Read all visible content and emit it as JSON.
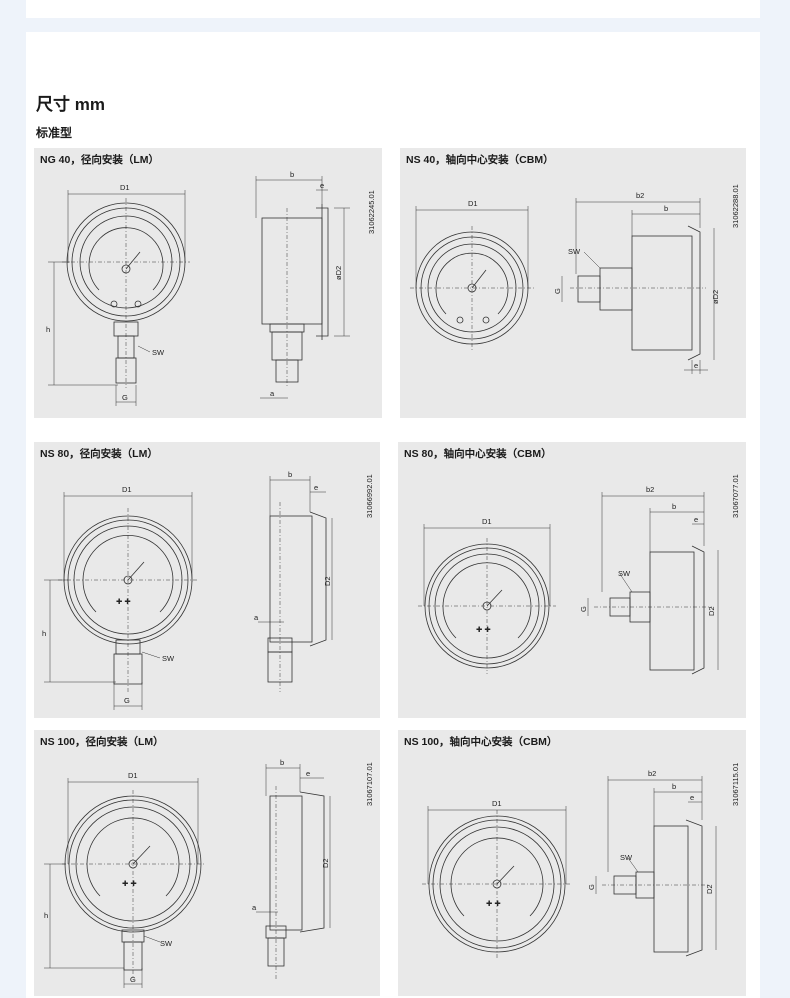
{
  "heading": "尺寸 mm",
  "subheading": "标准型",
  "panels": [
    {
      "title": "NG 40，径向安装（LM）",
      "code": "31062245.01",
      "labels": {
        "D1": "D1",
        "D2": "øD2",
        "b": "b",
        "e": "e",
        "h": "h",
        "G": "G",
        "SW": "SW",
        "a": "a"
      }
    },
    {
      "title": "NS 40，轴向中心安装（CBM）",
      "code": "31062288.01",
      "labels": {
        "D1": "D1",
        "D2": "øD2",
        "b": "b",
        "b2": "b2",
        "e": "e",
        "G": "G",
        "SW": "SW"
      }
    },
    {
      "title": "NS 80，径向安装（LM）",
      "code": "31066992.01",
      "labels": {
        "D1": "D1",
        "D2": "D2",
        "b": "b",
        "e": "e",
        "h": "h",
        "G": "G",
        "SW": "SW",
        "a": "a"
      }
    },
    {
      "title": "NS 80，轴向中心安装（CBM）",
      "code": "31067077.01",
      "labels": {
        "D1": "D1",
        "D2": "D2",
        "b": "b",
        "b2": "b2",
        "e": "e",
        "G": "G",
        "SW": "SW"
      }
    },
    {
      "title": "NS 100，径向安装（LM）",
      "code": "31067107.01",
      "labels": {
        "D1": "D1",
        "D2": "D2",
        "b": "b",
        "e": "e",
        "h": "h",
        "G": "G",
        "SW": "SW",
        "a": "a"
      }
    },
    {
      "title": "NS 100，轴向中心安装（CBM）",
      "code": "31067115.01",
      "labels": {
        "D1": "D1",
        "D2": "D2",
        "b": "b",
        "b2": "b2",
        "e": "e",
        "G": "G",
        "SW": "SW"
      }
    }
  ]
}
